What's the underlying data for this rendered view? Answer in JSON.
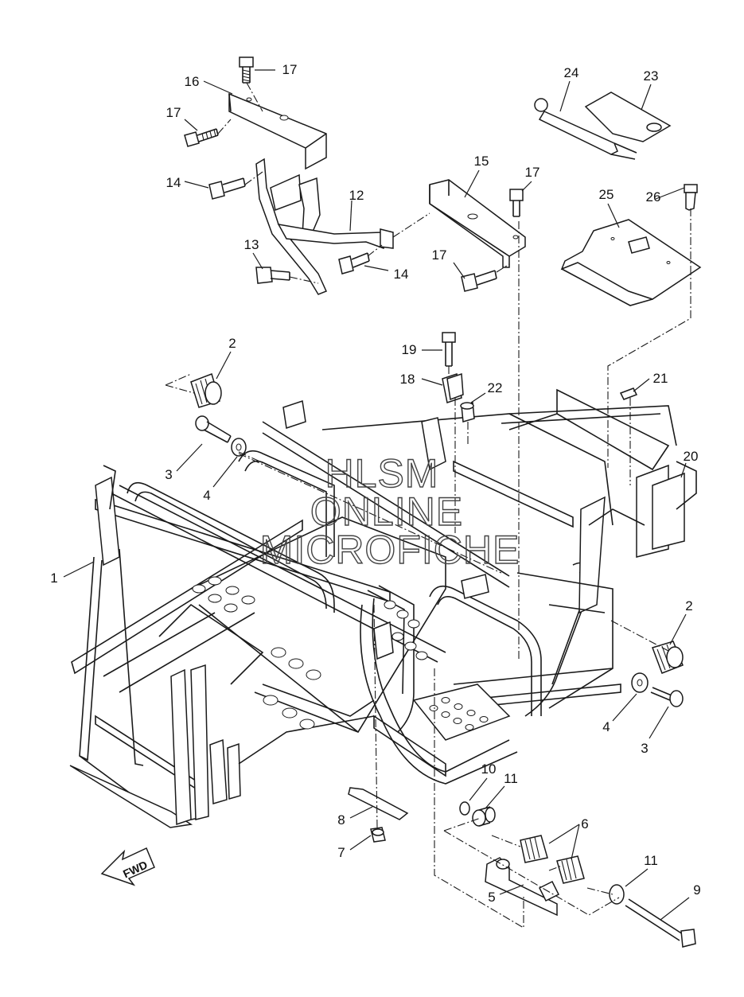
{
  "watermark": {
    "lines": [
      "HLSM",
      "ONLINE",
      "MICROFICHE"
    ]
  },
  "direction_arrow": {
    "label": "FWD",
    "icon": "forward-arrow-icon"
  },
  "callouts": [
    {
      "id": "c1",
      "label": "1"
    },
    {
      "id": "c2a",
      "label": "2"
    },
    {
      "id": "c2b",
      "label": "2"
    },
    {
      "id": "c3a",
      "label": "3"
    },
    {
      "id": "c3b",
      "label": "3"
    },
    {
      "id": "c4a",
      "label": "4"
    },
    {
      "id": "c4b",
      "label": "4"
    },
    {
      "id": "c5",
      "label": "5"
    },
    {
      "id": "c6",
      "label": "6"
    },
    {
      "id": "c7",
      "label": "7"
    },
    {
      "id": "c8",
      "label": "8"
    },
    {
      "id": "c9",
      "label": "9"
    },
    {
      "id": "c10",
      "label": "10"
    },
    {
      "id": "c11a",
      "label": "11"
    },
    {
      "id": "c11b",
      "label": "11"
    },
    {
      "id": "c12",
      "label": "12"
    },
    {
      "id": "c13",
      "label": "13"
    },
    {
      "id": "c14a",
      "label": "14"
    },
    {
      "id": "c14b",
      "label": "14"
    },
    {
      "id": "c15",
      "label": "15"
    },
    {
      "id": "c16",
      "label": "16"
    },
    {
      "id": "c17a",
      "label": "17"
    },
    {
      "id": "c17b",
      "label": "17"
    },
    {
      "id": "c17c",
      "label": "17"
    },
    {
      "id": "c17d",
      "label": "17"
    },
    {
      "id": "c18",
      "label": "18"
    },
    {
      "id": "c19",
      "label": "19"
    },
    {
      "id": "c20",
      "label": "20"
    },
    {
      "id": "c21",
      "label": "21"
    },
    {
      "id": "c22",
      "label": "22"
    },
    {
      "id": "c23",
      "label": "23"
    },
    {
      "id": "c24",
      "label": "24"
    },
    {
      "id": "c25",
      "label": "25"
    },
    {
      "id": "c26",
      "label": "26"
    }
  ]
}
